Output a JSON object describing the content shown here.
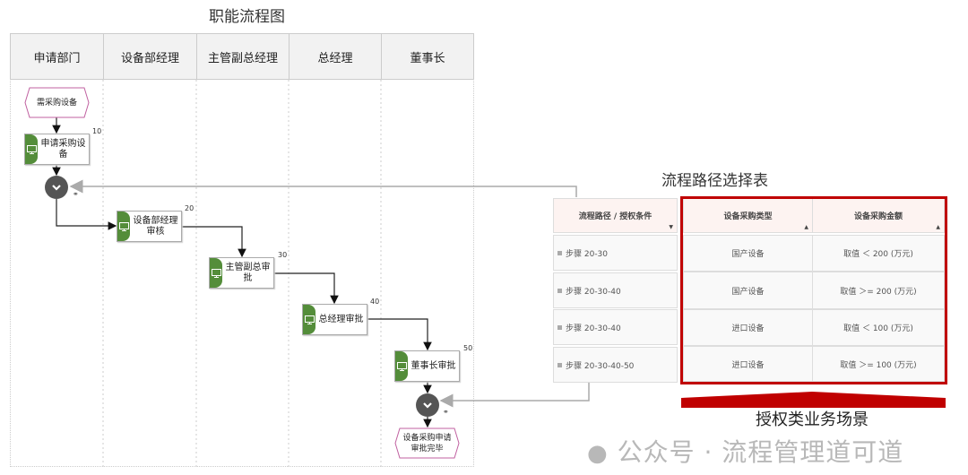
{
  "diagram_title": "职能流程图",
  "lanes": [
    "申请部门",
    "设备部经理",
    "主管副总经理",
    "总经理",
    "董事长"
  ],
  "start_event": "需采购设备",
  "end_event": "设备采购申请审批完毕",
  "tasks": [
    {
      "num": "10",
      "label": "申请采购设备"
    },
    {
      "num": "20",
      "label": "设备部经理审核"
    },
    {
      "num": "30",
      "label": "主管副总审批"
    },
    {
      "num": "40",
      "label": "总经理审批"
    },
    {
      "num": "50",
      "label": "董事长审批"
    }
  ],
  "table": {
    "title": "流程路径选择表",
    "headers": [
      "流程路径 / 授权条件",
      "设备采购类型",
      "设备采购金额"
    ],
    "rows": [
      [
        "步骤 20-30",
        "国产设备",
        "取值 ＜ 200 (万元)"
      ],
      [
        "步骤 20-30-40",
        "国产设备",
        "取值 ＞= 200 (万元)"
      ],
      [
        "步骤 20-30-40",
        "进口设备",
        "取值 ＜ 100 (万元)"
      ],
      [
        "步骤 20-30-40-50",
        "进口设备",
        "取值 ＞= 100 (万元)"
      ]
    ]
  },
  "caption": "授权类业务场景",
  "watermark": "公众号 · 流程管理道可道",
  "colors": {
    "task_green": "#548d3a",
    "highlight_red": "#c00000",
    "event_pink": "#c060a0"
  }
}
